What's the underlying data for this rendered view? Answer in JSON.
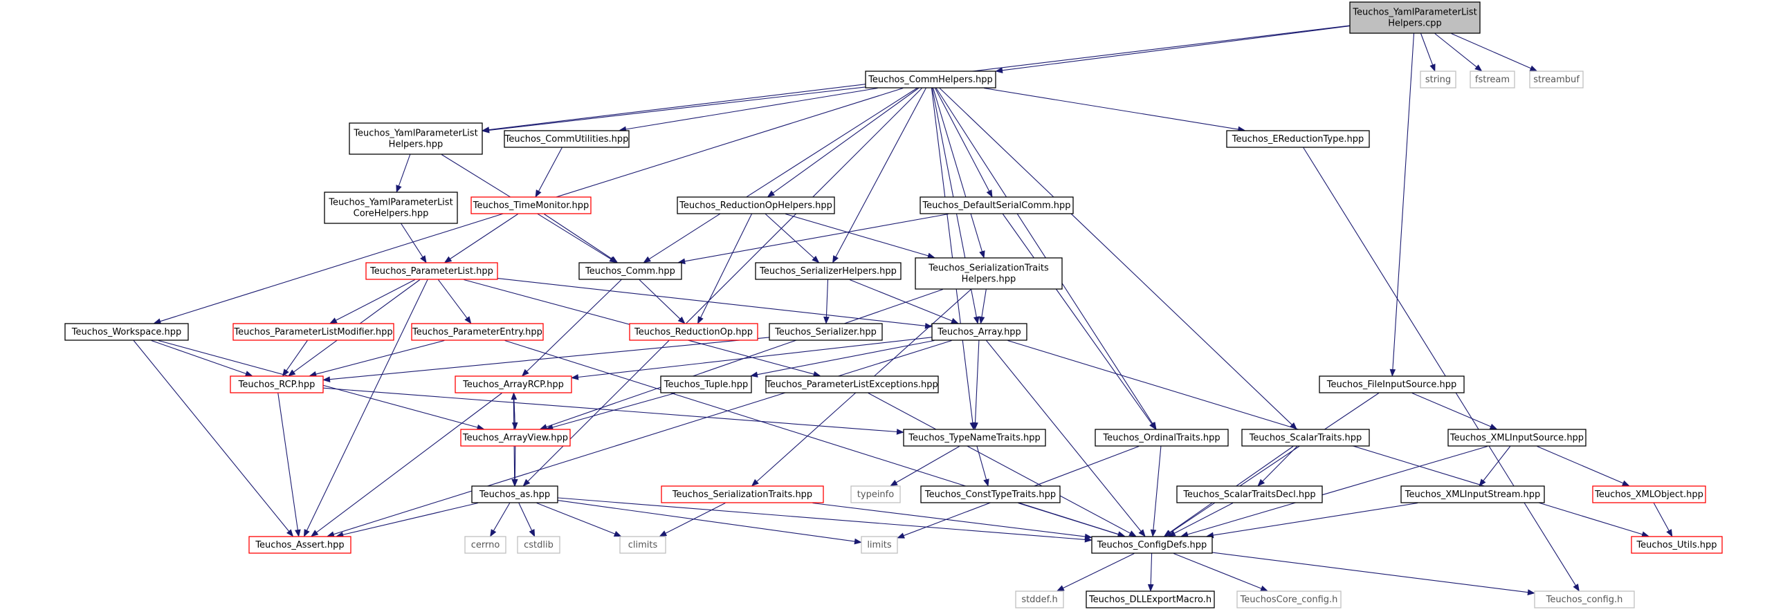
{
  "graph": {
    "colors": {
      "edge": "#191970",
      "root_fill": "#bfbfbf",
      "linked_border": "#ff0000",
      "system_border": "#bfbfbf"
    },
    "nodes": [
      {
        "id": "root",
        "lines": [
          "Teuchos_YamlParameterList",
          "Helpers.cpp"
        ],
        "kind": "root"
      },
      {
        "id": "commhelpers",
        "lines": [
          "Teuchos_CommHelpers.hpp"
        ],
        "kind": "normal"
      },
      {
        "id": "string",
        "lines": [
          "string"
        ],
        "kind": "system"
      },
      {
        "id": "fstream",
        "lines": [
          "fstream"
        ],
        "kind": "system"
      },
      {
        "id": "streambuf",
        "lines": [
          "streambuf"
        ],
        "kind": "system"
      },
      {
        "id": "yamlplh",
        "lines": [
          "Teuchos_YamlParameterList",
          "Helpers.hpp"
        ],
        "kind": "normal"
      },
      {
        "id": "commutil",
        "lines": [
          "Teuchos_CommUtilities.hpp"
        ],
        "kind": "normal"
      },
      {
        "id": "ereduction",
        "lines": [
          "Teuchos_EReductionType.hpp"
        ],
        "kind": "normal"
      },
      {
        "id": "yamlcore",
        "lines": [
          "Teuchos_YamlParameterList",
          "CoreHelpers.hpp"
        ],
        "kind": "normal"
      },
      {
        "id": "timemonitor",
        "lines": [
          "Teuchos_TimeMonitor.hpp"
        ],
        "kind": "linked"
      },
      {
        "id": "reductionophelpers",
        "lines": [
          "Teuchos_ReductionOpHelpers.hpp"
        ],
        "kind": "normal"
      },
      {
        "id": "defaultserialcomm",
        "lines": [
          "Teuchos_DefaultSerialComm.hpp"
        ],
        "kind": "normal"
      },
      {
        "id": "parameterlist",
        "lines": [
          "Teuchos_ParameterList.hpp"
        ],
        "kind": "linked"
      },
      {
        "id": "comm",
        "lines": [
          "Teuchos_Comm.hpp"
        ],
        "kind": "normal"
      },
      {
        "id": "serializerhelpers",
        "lines": [
          "Teuchos_SerializerHelpers.hpp"
        ],
        "kind": "normal"
      },
      {
        "id": "serializationtraitshelpers",
        "lines": [
          "Teuchos_SerializationTraits",
          "Helpers.hpp"
        ],
        "kind": "normal"
      },
      {
        "id": "workspace",
        "lines": [
          "Teuchos_Workspace.hpp"
        ],
        "kind": "normal"
      },
      {
        "id": "plmodifier",
        "lines": [
          "Teuchos_ParameterListModifier.hpp"
        ],
        "kind": "linked"
      },
      {
        "id": "parameterentry",
        "lines": [
          "Teuchos_ParameterEntry.hpp"
        ],
        "kind": "linked"
      },
      {
        "id": "reductionop",
        "lines": [
          "Teuchos_ReductionOp.hpp"
        ],
        "kind": "linked"
      },
      {
        "id": "serializer",
        "lines": [
          "Teuchos_Serializer.hpp"
        ],
        "kind": "normal"
      },
      {
        "id": "array",
        "lines": [
          "Teuchos_Array.hpp"
        ],
        "kind": "normal"
      },
      {
        "id": "rcp",
        "lines": [
          "Teuchos_RCP.hpp"
        ],
        "kind": "linked"
      },
      {
        "id": "arrayrcp",
        "lines": [
          "Teuchos_ArrayRCP.hpp"
        ],
        "kind": "linked"
      },
      {
        "id": "tuple",
        "lines": [
          "Teuchos_Tuple.hpp"
        ],
        "kind": "normal"
      },
      {
        "id": "plexceptions",
        "lines": [
          "Teuchos_ParameterListExceptions.hpp"
        ],
        "kind": "normal"
      },
      {
        "id": "fileinputsource",
        "lines": [
          "Teuchos_FileInputSource.hpp"
        ],
        "kind": "normal"
      },
      {
        "id": "arrayview",
        "lines": [
          "Teuchos_ArrayView.hpp"
        ],
        "kind": "linked"
      },
      {
        "id": "typenametraits",
        "lines": [
          "Teuchos_TypeNameTraits.hpp"
        ],
        "kind": "normal"
      },
      {
        "id": "ordinaltraits",
        "lines": [
          "Teuchos_OrdinalTraits.hpp"
        ],
        "kind": "normal"
      },
      {
        "id": "scalartraits",
        "lines": [
          "Teuchos_ScalarTraits.hpp"
        ],
        "kind": "normal"
      },
      {
        "id": "xmlinputsource",
        "lines": [
          "Teuchos_XMLInputSource.hpp"
        ],
        "kind": "normal"
      },
      {
        "id": "as",
        "lines": [
          "Teuchos_as.hpp"
        ],
        "kind": "normal"
      },
      {
        "id": "serializationtraits",
        "lines": [
          "Teuchos_SerializationTraits.hpp"
        ],
        "kind": "linked"
      },
      {
        "id": "typeinfo",
        "lines": [
          "typeinfo"
        ],
        "kind": "system"
      },
      {
        "id": "consttypetraits",
        "lines": [
          "Teuchos_ConstTypeTraits.hpp"
        ],
        "kind": "normal"
      },
      {
        "id": "scalartraitsdecl",
        "lines": [
          "Teuchos_ScalarTraitsDecl.hpp"
        ],
        "kind": "normal"
      },
      {
        "id": "xmlinputstream",
        "lines": [
          "Teuchos_XMLInputStream.hpp"
        ],
        "kind": "normal"
      },
      {
        "id": "xmlobject",
        "lines": [
          "Teuchos_XMLObject.hpp"
        ],
        "kind": "linked"
      },
      {
        "id": "assert",
        "lines": [
          "Teuchos_Assert.hpp"
        ],
        "kind": "linked"
      },
      {
        "id": "cerrno",
        "lines": [
          "cerrno"
        ],
        "kind": "system"
      },
      {
        "id": "cstdlib",
        "lines": [
          "cstdlib"
        ],
        "kind": "system"
      },
      {
        "id": "climits",
        "lines": [
          "climits"
        ],
        "kind": "system"
      },
      {
        "id": "limits",
        "lines": [
          "limits"
        ],
        "kind": "system"
      },
      {
        "id": "configdefs",
        "lines": [
          "Teuchos_ConfigDefs.hpp"
        ],
        "kind": "normal"
      },
      {
        "id": "utils",
        "lines": [
          "Teuchos_Utils.hpp"
        ],
        "kind": "linked"
      },
      {
        "id": "stddef",
        "lines": [
          "stddef.h"
        ],
        "kind": "system"
      },
      {
        "id": "dllexport",
        "lines": [
          "Teuchos_DLLExportMacro.h"
        ],
        "kind": "normal"
      },
      {
        "id": "coreconfig",
        "lines": [
          "TeuchosCore_config.h"
        ],
        "kind": "system"
      },
      {
        "id": "config",
        "lines": [
          "Teuchos_config.h"
        ],
        "kind": "system"
      }
    ],
    "edges": [
      [
        "root",
        "commhelpers"
      ],
      [
        "root",
        "string"
      ],
      [
        "root",
        "fstream"
      ],
      [
        "root",
        "streambuf"
      ],
      [
        "root",
        "yamlplh"
      ],
      [
        "root",
        "fileinputsource"
      ],
      [
        "commhelpers",
        "yamlplh"
      ],
      [
        "commhelpers",
        "commutil"
      ],
      [
        "commhelpers",
        "ereduction"
      ],
      [
        "commhelpers",
        "reductionophelpers"
      ],
      [
        "commhelpers",
        "defaultserialcomm"
      ],
      [
        "commhelpers",
        "comm"
      ],
      [
        "commhelpers",
        "serializerhelpers"
      ],
      [
        "commhelpers",
        "serializationtraitshelpers"
      ],
      [
        "commhelpers",
        "workspace"
      ],
      [
        "commhelpers",
        "as"
      ],
      [
        "commhelpers",
        "array"
      ],
      [
        "commhelpers",
        "typenametraits"
      ],
      [
        "commhelpers",
        "ordinaltraits"
      ],
      [
        "commhelpers",
        "scalartraits"
      ],
      [
        "yamlplh",
        "yamlcore"
      ],
      [
        "yamlplh",
        "comm"
      ],
      [
        "commutil",
        "timemonitor"
      ],
      [
        "ereduction",
        "config"
      ],
      [
        "yamlcore",
        "parameterlist"
      ],
      [
        "timemonitor",
        "parameterlist"
      ],
      [
        "timemonitor",
        "comm"
      ],
      [
        "reductionophelpers",
        "reductionop"
      ],
      [
        "reductionophelpers",
        "serializerhelpers"
      ],
      [
        "reductionophelpers",
        "serializationtraitshelpers"
      ],
      [
        "defaultserialcomm",
        "comm"
      ],
      [
        "defaultserialcomm",
        "ordinaltraits"
      ],
      [
        "parameterlist",
        "plmodifier"
      ],
      [
        "parameterlist",
        "parameterentry"
      ],
      [
        "parameterlist",
        "rcp"
      ],
      [
        "parameterlist",
        "array"
      ],
      [
        "parameterlist",
        "plexceptions"
      ],
      [
        "parameterlist",
        "assert"
      ],
      [
        "comm",
        "reductionop"
      ],
      [
        "comm",
        "arrayrcp"
      ],
      [
        "serializerhelpers",
        "serializer"
      ],
      [
        "serializerhelpers",
        "array"
      ],
      [
        "serializationtraitshelpers",
        "array"
      ],
      [
        "serializationtraitshelpers",
        "arrayview"
      ],
      [
        "serializationtraitshelpers",
        "serializationtraits"
      ],
      [
        "workspace",
        "rcp"
      ],
      [
        "workspace",
        "arrayview"
      ],
      [
        "workspace",
        "assert"
      ],
      [
        "plmodifier",
        "rcp"
      ],
      [
        "parameterentry",
        "rcp"
      ],
      [
        "parameterentry",
        "configdefs"
      ],
      [
        "serializer",
        "rcp"
      ],
      [
        "array",
        "arrayrcp"
      ],
      [
        "array",
        "tuple"
      ],
      [
        "array",
        "typenametraits"
      ],
      [
        "array",
        "assert"
      ],
      [
        "array",
        "configdefs"
      ],
      [
        "array",
        "utils"
      ],
      [
        "rcp",
        "typenametraits"
      ],
      [
        "rcp",
        "assert"
      ],
      [
        "arrayrcp",
        "arrayview"
      ],
      [
        "arrayrcp",
        "as"
      ],
      [
        "arrayrcp",
        "assert"
      ],
      [
        "tuple",
        "arrayview"
      ],
      [
        "plexceptions",
        "configdefs"
      ],
      [
        "fileinputsource",
        "xmlinputsource"
      ],
      [
        "fileinputsource",
        "configdefs"
      ],
      [
        "arrayview",
        "arrayrcp"
      ],
      [
        "arrayview",
        "as"
      ],
      [
        "typenametraits",
        "typeinfo"
      ],
      [
        "typenametraits",
        "consttypetraits"
      ],
      [
        "ordinaltraits",
        "configdefs"
      ],
      [
        "ordinaltraits",
        "limits"
      ],
      [
        "scalartraits",
        "scalartraitsdecl"
      ],
      [
        "scalartraits",
        "configdefs"
      ],
      [
        "xmlinputsource",
        "xmlinputstream"
      ],
      [
        "xmlinputsource",
        "xmlobject"
      ],
      [
        "xmlinputsource",
        "configdefs"
      ],
      [
        "as",
        "assert"
      ],
      [
        "as",
        "cerrno"
      ],
      [
        "as",
        "cstdlib"
      ],
      [
        "as",
        "climits"
      ],
      [
        "as",
        "limits"
      ],
      [
        "as",
        "configdefs"
      ],
      [
        "serializationtraits",
        "climits"
      ],
      [
        "serializationtraits",
        "configdefs"
      ],
      [
        "consttypetraits",
        "configdefs"
      ],
      [
        "scalartraitsdecl",
        "configdefs"
      ],
      [
        "xmlinputstream",
        "configdefs"
      ],
      [
        "xmlobject",
        "utils"
      ],
      [
        "configdefs",
        "stddef"
      ],
      [
        "configdefs",
        "dllexport"
      ],
      [
        "configdefs",
        "coreconfig"
      ],
      [
        "configdefs",
        "config"
      ]
    ]
  }
}
